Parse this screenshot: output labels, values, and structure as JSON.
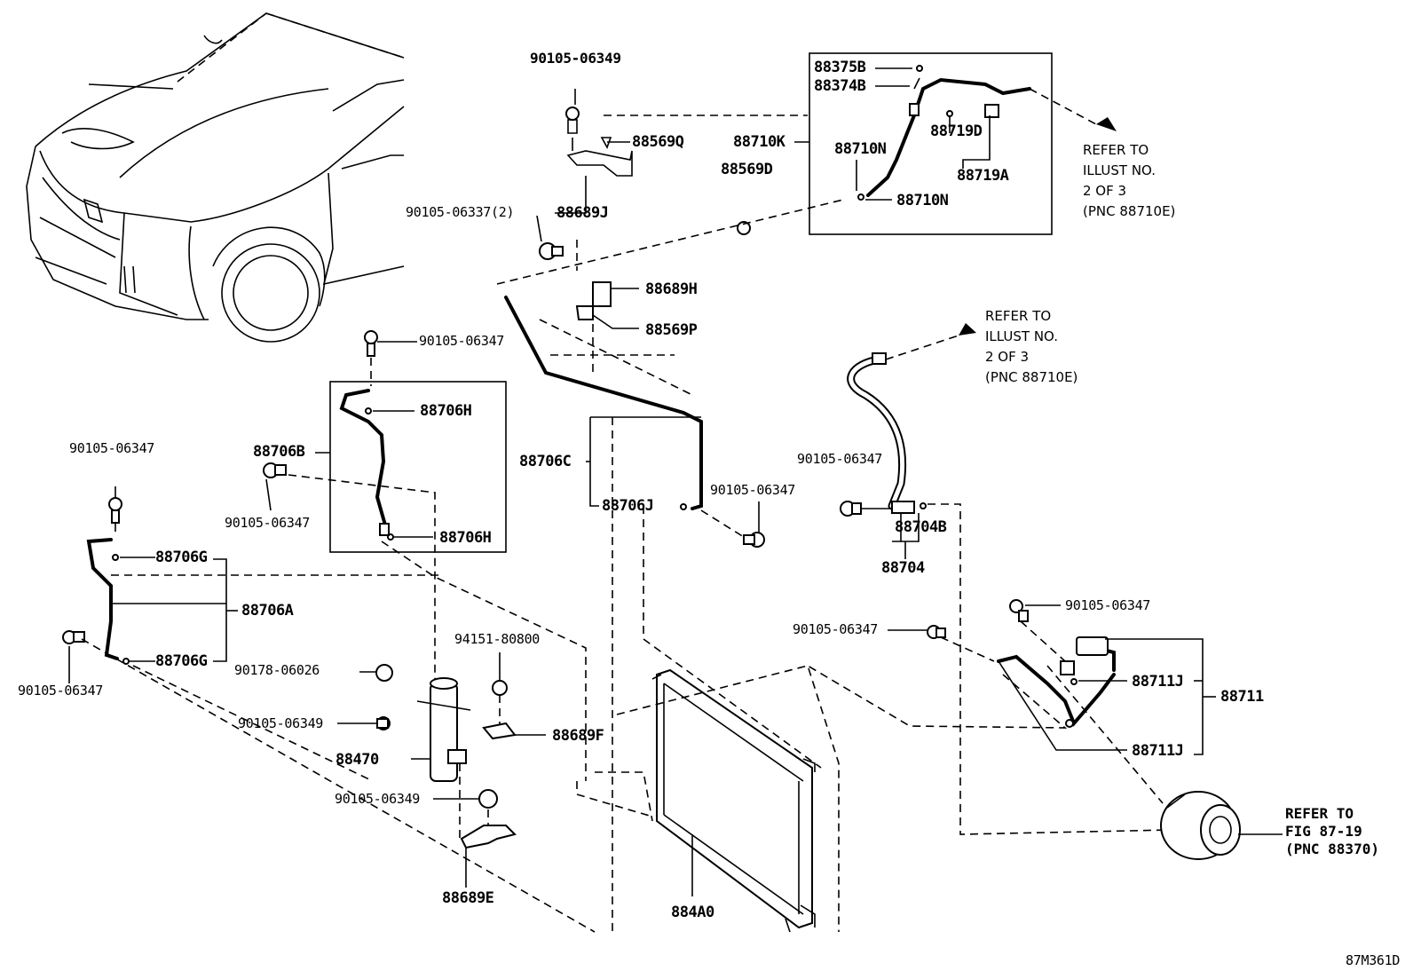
{
  "diagram_id": "87M361D",
  "labels": {
    "p90105_06349_top": "90105-06349",
    "p88569Q": "88569Q",
    "p88689J": "88689J",
    "p90105_06337": "90105-06337(2)",
    "p88710K": "88710K",
    "p88569D": "88569D",
    "p88375B": "88375B",
    "p88374B": "88374B",
    "p88719D": "88719D",
    "p88719A": "88719A",
    "p88710N_a": "88710N",
    "p88710N_b": "88710N",
    "p88689H": "88689H",
    "p88569P": "88569P",
    "p90105_06347_a": "90105-06347",
    "p88706H_a": "88706H",
    "p88706H_b": "88706H",
    "p88706B": "88706B",
    "p90105_06347_b": "90105-06347",
    "p90105_06347_left": "90105-06347",
    "p88706G_a": "88706G",
    "p88706A": "88706A",
    "p88706G_b": "88706G",
    "p90105_06347_c": "90105-06347",
    "p88706C": "88706C",
    "p88706J": "88706J",
    "p90105_06347_d": "90105-06347",
    "p90105_06347_e": "90105-06347",
    "p88704B": "88704B",
    "p88704": "88704",
    "p90178_06026": "90178-06026",
    "p94151_80800": "94151-80800",
    "p90105_06349_b": "90105-06349",
    "p88689F": "88689F",
    "p88470": "88470",
    "p90105_06349_c": "90105-06349",
    "p88689E": "88689E",
    "p884A0": "884A0",
    "p90105_06347_f": "90105-06347",
    "p90105_06347_g": "90105-06347",
    "p88711J_a": "88711J",
    "p88711": "88711",
    "p88711J_b": "88711J"
  },
  "notes": {
    "refer_top": "REFER TO\nILLUST NO.\n2 OF 3\n(PNC 88710E)",
    "refer_mid": "REFER TO\nILLUST NO.\n2 OF 3\n(PNC 88710E)",
    "refer_fig": "REFER TO\nFIG 87-19\n(PNC 88370)"
  }
}
